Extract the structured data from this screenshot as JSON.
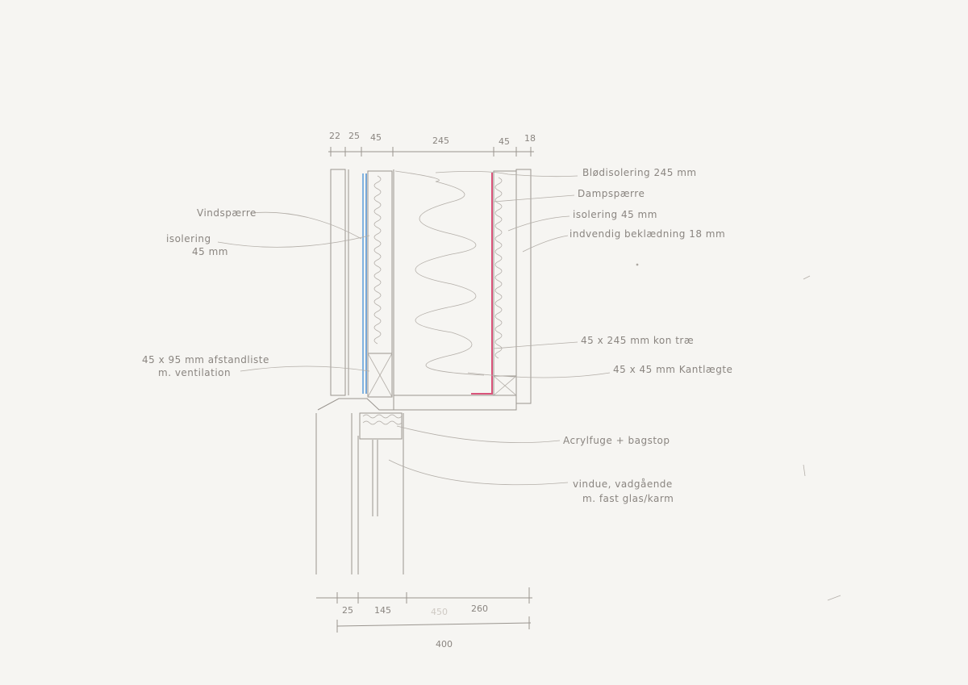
{
  "drawing": {
    "top_dims": [
      "22",
      "25",
      "45",
      "245",
      "45",
      "18"
    ],
    "bottom_dims": [
      "25",
      "145",
      "450",
      "260"
    ],
    "total_dim": "400",
    "labels": {
      "vindspaerre": "Vindspærre",
      "isolering_left_1": "isolering",
      "isolering_left_2": "45 mm",
      "afstandsliste_1": "45 x 95 mm afstandliste",
      "afstandsliste_2": "m. ventilation",
      "blodisolering": "Blødisolering 245 mm",
      "dampspaerre": "Dampspærre",
      "isolering_right": "isolering 45 mm",
      "indvendig": "indvendig beklædning 18 mm",
      "konstrae": "45 x 245 mm kon træ",
      "kantlaegte": "45 x 45 mm Kantlægte",
      "acrylfuge": "Acrylfuge + bagstop",
      "vindue_1": "vindue, vadgående",
      "vindue_2": "m. fast glas/karm"
    },
    "colors": {
      "paper": "#f6f5f2",
      "pencil": "#9a958f",
      "wind_barrier": "#7fb2e0",
      "vapour_barrier": "#d9537a"
    }
  }
}
